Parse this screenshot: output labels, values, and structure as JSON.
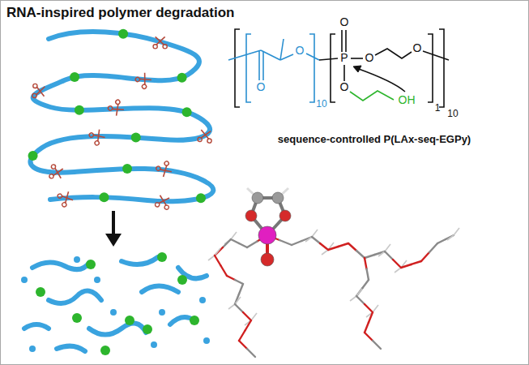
{
  "diagram": {
    "title": "RNA-inspired polymer degradation",
    "labels": [
      "O",
      "O",
      "10",
      "O",
      "P",
      "O",
      "O",
      "O",
      "OH",
      "1",
      "10",
      "sequence-controlled P(LAx-seq-EGPy)"
    ]
  }
}
